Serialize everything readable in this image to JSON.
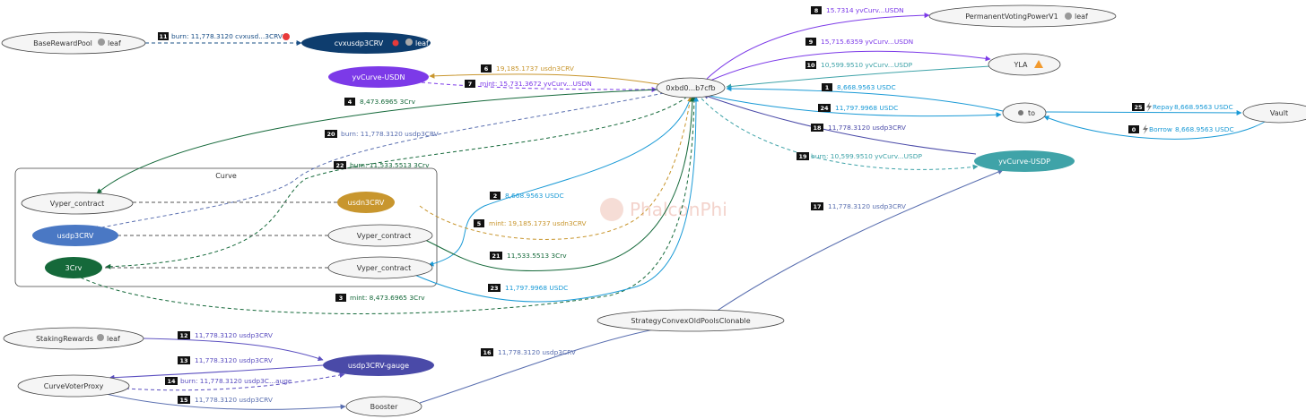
{
  "watermark": "PhalconPhi",
  "cluster": {
    "label": "Curve"
  },
  "colors": {
    "blue": "#1a9ad6",
    "green": "#15693a",
    "purple": "#7c3ae8",
    "violet": "#4a4aa8",
    "orange": "#c8962e",
    "teal": "#3fa3a8",
    "slate": "#5a6fb0",
    "navy": "#1a4f86",
    "indigo": "#5b4fc0"
  },
  "nodes": {
    "base_reward_pool": {
      "label": "BaseRewardPool",
      "tag": "leaf"
    },
    "cvxusdp3crv": {
      "label": "cvxusdp3CRV",
      "tag": "leaf"
    },
    "yvcurve_usdn": {
      "label": "yvCurve-USDN"
    },
    "main": {
      "label": "0xbd0...b7cfb"
    },
    "permanent": {
      "label": "PermanentVotingPowerV1",
      "tag": "leaf"
    },
    "yla": {
      "label": "YLA"
    },
    "to": {
      "label": "to"
    },
    "vault": {
      "label": "Vault"
    },
    "yvcurve_usdp": {
      "label": "yvCurve-USDP"
    },
    "vyper1": {
      "label": "Vyper_contract"
    },
    "usdn3crv": {
      "label": "usdn3CRV"
    },
    "usdp3crv": {
      "label": "usdp3CRV"
    },
    "vyper2": {
      "label": "Vyper_contract"
    },
    "crv3": {
      "label": "3Crv"
    },
    "vyper3": {
      "label": "Vyper_contract"
    },
    "staking": {
      "label": "StakingRewards",
      "tag": "leaf"
    },
    "gauge": {
      "label": "usdp3CRV-gauge"
    },
    "voter": {
      "label": "CurveVoterProxy"
    },
    "booster": {
      "label": "Booster"
    },
    "strategy": {
      "label": "StrategyConvexOldPoolsClonable"
    }
  },
  "edges": [
    {
      "num": "1",
      "text": "8,668.9563 USDC"
    },
    {
      "num": "2",
      "text": "8,668.9563 USDC"
    },
    {
      "num": "3",
      "text": "mint:  8,473.6965 3Crv"
    },
    {
      "num": "4",
      "text": "8,473.6965 3Crv"
    },
    {
      "num": "5",
      "text": "mint:  19,185.1737 usdn3CRV"
    },
    {
      "num": "6",
      "text": "19,185.1737 usdn3CRV"
    },
    {
      "num": "7",
      "text": "mint:  15,731.3672 yvCurv...USDN"
    },
    {
      "num": "8",
      "text": "15.7314 yvCurv...USDN"
    },
    {
      "num": "9",
      "text": "15,715.6359 yvCurv...USDN"
    },
    {
      "num": "10",
      "text": "10,599.9510 yvCurv...USDP"
    },
    {
      "num": "11",
      "text": "burn:  11,778.3120 cvxusd...3CRV"
    },
    {
      "num": "12",
      "text": "11,778.3120 usdp3CRV"
    },
    {
      "num": "13",
      "text": "11,778.3120 usdp3CRV"
    },
    {
      "num": "14",
      "text": "burn:  11,778.3120 usdp3C...auge"
    },
    {
      "num": "15",
      "text": "11,778.3120 usdp3CRV"
    },
    {
      "num": "16",
      "text": "11,778.3120 usdp3CRV"
    },
    {
      "num": "17",
      "text": "11,778.3120 usdp3CRV"
    },
    {
      "num": "18",
      "text": "11,778.3120 usdp3CRV"
    },
    {
      "num": "19",
      "text": "burn:  10,599.9510 yvCurv...USDP"
    },
    {
      "num": "20",
      "text": "burn:  11,778.3120 usdp3CRV"
    },
    {
      "num": "21",
      "text": "11,533.5513 3Crv"
    },
    {
      "num": "22",
      "text": "burn:  11,533.5513 3Crv"
    },
    {
      "num": "23",
      "text": "11,797.9968 USDC"
    },
    {
      "num": "24",
      "text": "11,797.9968 USDC"
    },
    {
      "num": "25",
      "text": "Repay",
      "amount": "8,668.9563 USDC"
    },
    {
      "num": "0",
      "text": "Borrow",
      "amount": "8,668.9563 USDC"
    }
  ]
}
